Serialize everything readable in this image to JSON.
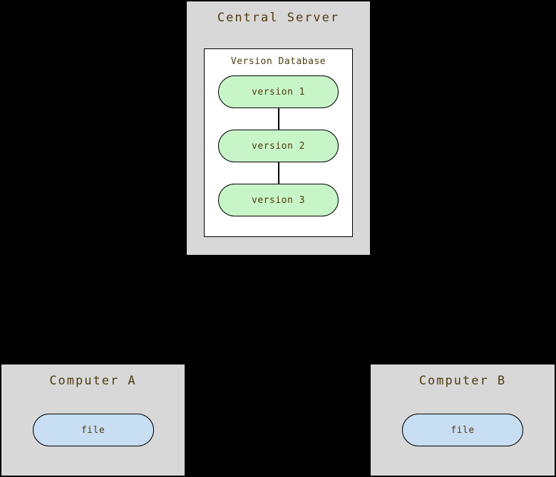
{
  "diagram": {
    "type": "centralized-version-control"
  },
  "central_server": {
    "title": "Central Server",
    "database": {
      "title": "Version Database",
      "versions": [
        "version 1",
        "version 2",
        "version 3"
      ]
    }
  },
  "computer_a": {
    "title": "Computer A",
    "file_label": "file"
  },
  "computer_b": {
    "title": "Computer B",
    "file_label": "file"
  },
  "colors": {
    "background": "#000000",
    "box_bg": "#d8d8d8",
    "db_bg": "#ffffff",
    "version_fill": "#c8f5c8",
    "file_fill": "#c7def3",
    "text": "#4e3c10",
    "border": "#000000"
  }
}
